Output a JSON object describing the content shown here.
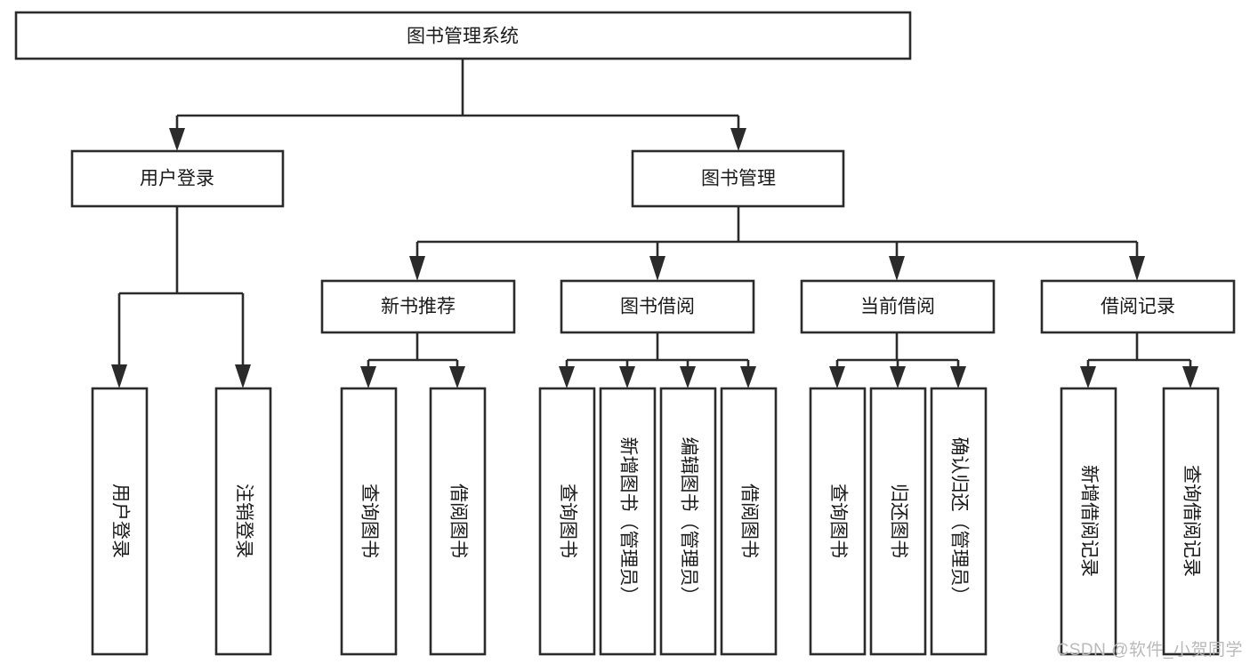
{
  "diagram": {
    "title": "图书管理系统",
    "watermark": "CSDN @软件_小贺同学",
    "accent_color": "#2b2b2b",
    "background_color": "#ffffff",
    "nodes": {
      "root": {
        "label": "图书管理系统"
      },
      "level2": [
        {
          "id": "user-login",
          "label": "用户登录"
        },
        {
          "id": "book-management",
          "label": "图书管理"
        }
      ],
      "level3": [
        {
          "id": "new-book-recommend",
          "label": "新书推荐"
        },
        {
          "id": "book-borrow",
          "label": "图书借阅"
        },
        {
          "id": "current-borrow",
          "label": "当前借阅"
        },
        {
          "id": "borrow-record",
          "label": "借阅记录"
        }
      ],
      "leaves": {
        "user-login": [
          {
            "id": "leaf-user-login",
            "label": "用户登录"
          },
          {
            "id": "leaf-logout-login",
            "label": "注销登录"
          }
        ],
        "new-book-recommend": [
          {
            "id": "leaf-query-book-1",
            "label": "查询图书"
          },
          {
            "id": "leaf-borrow-book-1",
            "label": "借阅图书"
          }
        ],
        "book-borrow": [
          {
            "id": "leaf-query-book-2",
            "label": "查询图书"
          },
          {
            "id": "leaf-add-book",
            "label": "新增图书（管理员）"
          },
          {
            "id": "leaf-edit-book",
            "label": "编辑图书（管理员）"
          },
          {
            "id": "leaf-borrow-book-2",
            "label": "借阅图书"
          }
        ],
        "current-borrow": [
          {
            "id": "leaf-query-book-3",
            "label": "查询图书"
          },
          {
            "id": "leaf-return-book",
            "label": "归还图书"
          },
          {
            "id": "leaf-confirm-return",
            "label": "确认归还（管理员）"
          }
        ],
        "borrow-record": [
          {
            "id": "leaf-add-record",
            "label": "新增借阅记录"
          },
          {
            "id": "leaf-query-record",
            "label": "查询借阅记录"
          }
        ]
      }
    }
  }
}
